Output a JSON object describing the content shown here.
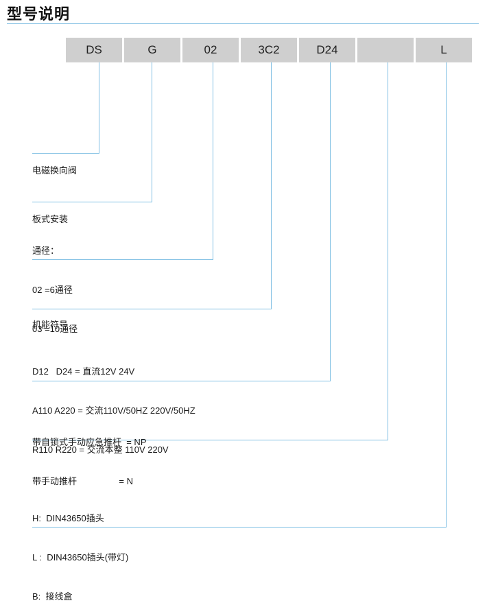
{
  "title": "型号说明",
  "codes": [
    "DS",
    "G",
    "02",
    "3C2",
    "D24",
    "",
    "L"
  ],
  "descriptions": {
    "d0": [
      "电磁换向阀"
    ],
    "d1": [
      "板式安装"
    ],
    "d2": [
      "通径：",
      "02 =6通径",
      "03 =10通径"
    ],
    "d3": [
      "机能符号"
    ],
    "d4": [
      "D12   D24 = 直流12V 24V",
      "A110 A220 = 交流110V/50HZ 220V/50HZ",
      "R110 R220 = 交流本整 110V 220V"
    ],
    "d5": [
      "带自锁式手动应急推杆  = NP",
      "带手动推杆                 = N"
    ],
    "d6": [
      "H:  DIN43650插头",
      "L :  DIN43650插头(带灯)",
      "B:  接线盒"
    ]
  }
}
